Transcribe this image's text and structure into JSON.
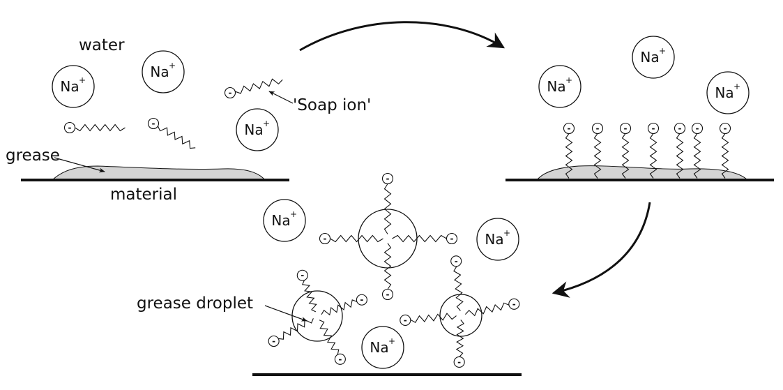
{
  "labels": {
    "water": "water",
    "soap_ion": "'Soap ion'",
    "grease": "grease",
    "material": "material",
    "grease_droplet": "grease droplet"
  },
  "ions": {
    "cation": "Na",
    "cation_charge": "+",
    "anion_charge": "-"
  },
  "colors": {
    "ink": "#111111",
    "grease_fill": "#d4d4d4"
  }
}
